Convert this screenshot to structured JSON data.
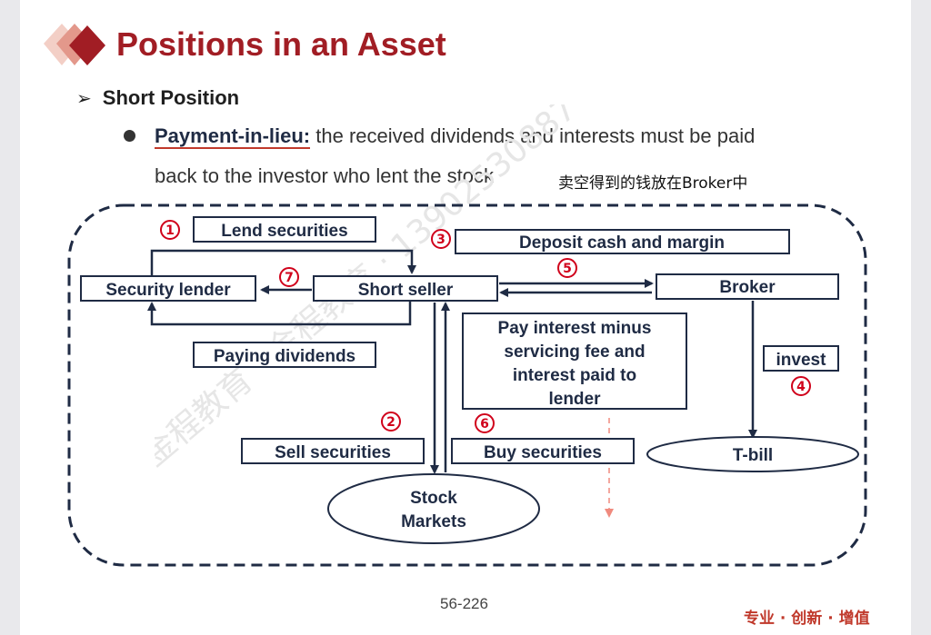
{
  "title": "Positions in an Asset",
  "level1": {
    "label": "Short Position"
  },
  "bullet": {
    "term": "Payment-in-lieu:",
    "text_line1": " the received dividends and interests must be paid",
    "text_line2": "back to the investor who lent the stock"
  },
  "note": "卖空得到的钱放在Broker中",
  "diagram": {
    "boxes": {
      "lend_securities": "Lend securities",
      "deposit": "Deposit cash and margin",
      "security_lender": "Security lender",
      "short_seller": "Short seller",
      "broker": "Broker",
      "paying_dividends": "Paying dividends",
      "pay_interest": [
        "Pay interest minus",
        "servicing fee and",
        "interest paid to",
        "lender"
      ],
      "invest": "invest",
      "sell_securities": "Sell securities",
      "buy_securities": "Buy securities",
      "t_bill": "T-bill",
      "stock_markets": [
        "Stock",
        "Markets"
      ]
    },
    "step_numbers": [
      "1",
      "2",
      "3",
      "4",
      "5",
      "6",
      "7"
    ]
  },
  "watermark": "金程教育 · 金程教育 · 13902530887",
  "footer": {
    "page": "56-226",
    "slogan": "专业 · 创新 · 增值"
  },
  "colors": {
    "title": "#a11d24",
    "box_stroke": "#1f2b44",
    "number": "#d0021b"
  }
}
